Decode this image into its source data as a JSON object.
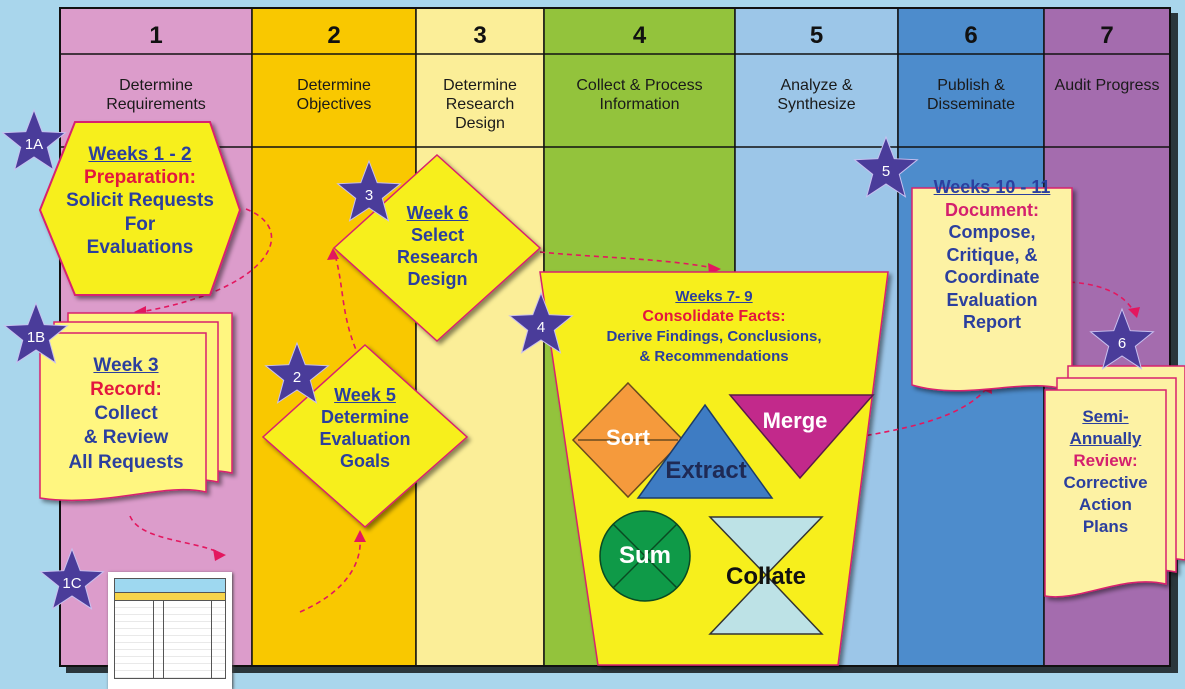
{
  "columns": [
    {
      "num": "1",
      "label": "Determine Requirements",
      "color": "#dc9ccb"
    },
    {
      "num": "2",
      "label": "Determine Objectives",
      "color": "#f9c800"
    },
    {
      "num": "3",
      "label": "Determine Research Design",
      "color": "#fbee98"
    },
    {
      "num": "4",
      "label": "Collect & Process Information",
      "color": "#93c33c"
    },
    {
      "num": "5",
      "label": "Analyze & Synthesize",
      "color": "#9cc6e8"
    },
    {
      "num": "6",
      "label": "Publish & Disseminate",
      "color": "#4d8ccc"
    },
    {
      "num": "7",
      "label": "Audit Progress",
      "color": "#a46cae"
    }
  ],
  "steps": {
    "s1a": {
      "badge": "1A",
      "weeks": "Weeks 1 - 2",
      "action": "Preparation:",
      "line1": "Solicit Requests",
      "line2": "For",
      "line3": "Evaluations"
    },
    "s1b": {
      "badge": "1B",
      "weeks": "Week 3",
      "action": "Record:",
      "line1": "Collect",
      "line2": "& Review",
      "line3": "All Requests"
    },
    "s1c": {
      "badge": "1C"
    },
    "s2": {
      "badge": "2",
      "weeks": "Week 5",
      "line1": "Determine",
      "line2": "Evaluation",
      "line3": "Goals"
    },
    "s3": {
      "badge": "3",
      "weeks": "Week 6",
      "line1": "Select",
      "line2": "Research",
      "line3": "Design"
    },
    "s4": {
      "badge": "4",
      "weeks": "Weeks 7- 9",
      "action": "Consolidate Facts:",
      "line1": "Derive Findings, Conclusions,",
      "line2": "& Recommendations"
    },
    "s5": {
      "badge": "5",
      "weeks": "Weeks 10 - 11",
      "action": "Document:",
      "line1": "Compose,",
      "line2": "Critique, &",
      "line3": "Coordinate",
      "line4": "Evaluation",
      "line5": "Report"
    },
    "s6": {
      "badge": "6",
      "line1": "Semi-",
      "line2": "Annually",
      "action": "Review:",
      "line3": "Corrective",
      "line4": "Action",
      "line5": "Plans"
    }
  },
  "shapes": {
    "sort": "Sort",
    "merge": "Merge",
    "extract": "Extract",
    "sum": "Sum",
    "collate": "Collate"
  }
}
